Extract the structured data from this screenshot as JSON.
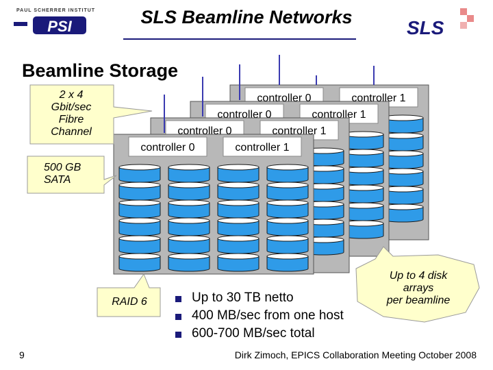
{
  "header": {
    "title": "SLS Beamline Networks",
    "psi_caption": "PAUL SCHERRER INSTITUT",
    "psi_logo_text": "PSI",
    "sls_logo_text": "SLS"
  },
  "section_title": "Beamline Storage",
  "callouts": {
    "fibre": [
      "2 x 4",
      "Gbit/sec",
      "Fibre",
      "Channel"
    ],
    "sata": [
      "500 GB",
      "SATA"
    ],
    "raid": "RAID 6",
    "arrays": [
      "Up to 4 disk",
      "arrays",
      "per beamline"
    ]
  },
  "arrays": [
    {
      "controller_0": "controller 0",
      "controller_1": "controller 1"
    },
    {
      "controller_0": "controller 0",
      "controller_1": "controller 1"
    },
    {
      "controller_0": "controller 0",
      "controller_1": "controller 1"
    },
    {
      "controller_0": "controller 0",
      "controller_1": "controller 1"
    }
  ],
  "bullets": [
    "Up to 30 TB netto",
    "400 MB/sec from one host",
    "600-700 MB/sec total"
  ],
  "footer": {
    "slide_number": "9",
    "text": "Dirk Zimoch, EPICS Collaboration Meeting October 2008"
  },
  "colors": {
    "accent": "#1a1a7a",
    "disk_fill": "#2f9be8",
    "disk_top": "#ffffff",
    "array_bg": "#b8b8b8",
    "fibre_line": "#3a3ab0",
    "callout_fill": "#ffffcc"
  }
}
